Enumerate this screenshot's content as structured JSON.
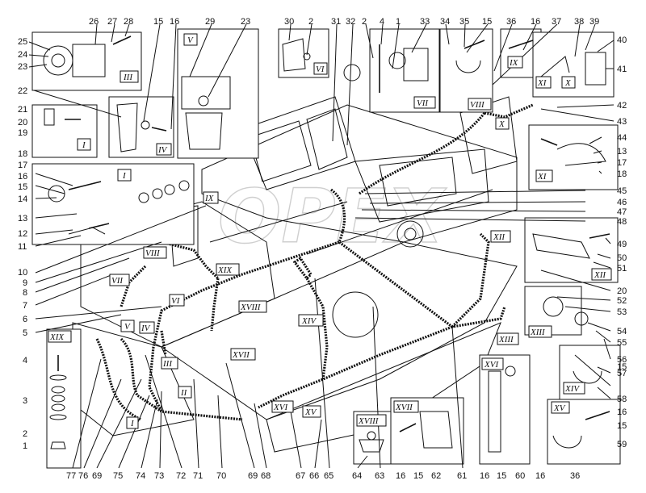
{
  "labels": {
    "n1": "1",
    "n2": "2",
    "n3": "3",
    "n4": "4",
    "n5": "5",
    "n6": "6",
    "n7": "7",
    "n8": "8",
    "n9": "9",
    "n10": "10",
    "n11": "11",
    "n12": "12",
    "n13": "13",
    "n14": "14",
    "n15": "15",
    "n16": "16",
    "n17": "17",
    "n18": "18",
    "n19": "19",
    "n20": "20",
    "n21": "21",
    "n22": "22",
    "n23": "23",
    "n24": "24",
    "n25": "25",
    "n26": "26",
    "n27": "27",
    "n28": "28",
    "n29": "29",
    "n30": "30",
    "n31": "31",
    "n32": "32",
    "n33": "33",
    "n34": "34",
    "n35": "35",
    "n36": "36",
    "n37": "37",
    "n38": "38",
    "n39": "39",
    "n40": "40",
    "n41": "41",
    "n42": "42",
    "n43": "43",
    "n44": "44",
    "n45": "45",
    "n46": "46",
    "n47": "47",
    "n48": "48",
    "n49": "49",
    "n50": "50",
    "n51": "51",
    "n52": "52",
    "n53": "53",
    "n54": "54",
    "n55": "55",
    "n56": "56",
    "n57": "57",
    "n58": "58",
    "n59": "59",
    "n60": "60",
    "n61": "61",
    "n62": "62",
    "n63": "63",
    "n64": "64",
    "n65": "65",
    "n66": "66",
    "n67": "67",
    "n68": "68",
    "n69": "69",
    "n70": "70",
    "n71": "71",
    "n72": "72",
    "n73": "73",
    "n74": "74",
    "n75": "75",
    "n76": "76",
    "n77": "77"
  },
  "roman": {
    "I": "I",
    "II": "II",
    "III": "III",
    "IV": "IV",
    "V": "V",
    "VI": "VI",
    "VII": "VII",
    "VIII": "VIII",
    "IX": "IX",
    "X": "X",
    "XI": "XI",
    "XII": "XII",
    "XIII": "XIII",
    "XIV": "XIV",
    "XV": "XV",
    "XVI": "XVI",
    "XVII": "XVII",
    "XVIII": "XVIII",
    "XIX": "XIX"
  },
  "watermark": "OPEX"
}
